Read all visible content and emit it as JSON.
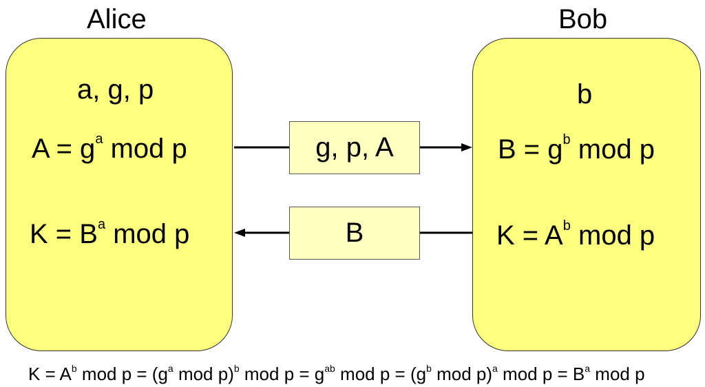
{
  "alice": {
    "title": "Alice",
    "params": "a, g, p",
    "eq_A": {
      "lhs": "A = g",
      "exp": "a",
      "rhs": "mod p"
    },
    "eq_K": {
      "lhs": "K = B",
      "exp": "a",
      "rhs": "mod p"
    }
  },
  "bob": {
    "title": "Bob",
    "params": "b",
    "eq_B": {
      "lhs": "B = g",
      "exp": "b",
      "rhs": "mod p"
    },
    "eq_K": {
      "lhs": "K = A",
      "exp": "b",
      "rhs": "mod p"
    }
  },
  "messages": {
    "to_bob": "g, p, A",
    "to_alice": "B"
  },
  "footer": {
    "p1": "K = A",
    "e1": "b",
    "p2": " mod p = (g",
    "e2": "a",
    "p3": " mod p)",
    "e3": "b",
    "p4": " mod p = g",
    "e4": "ab",
    "p5": " mod p = (g",
    "e5": "b",
    "p6": " mod p)",
    "e6": "a",
    "p7": "  mod p = B",
    "e7": "a",
    "p8": " mod p"
  },
  "colors": {
    "party_fill": "#ffff7f",
    "message_fill": "#ffffc0",
    "line": "#000000"
  }
}
